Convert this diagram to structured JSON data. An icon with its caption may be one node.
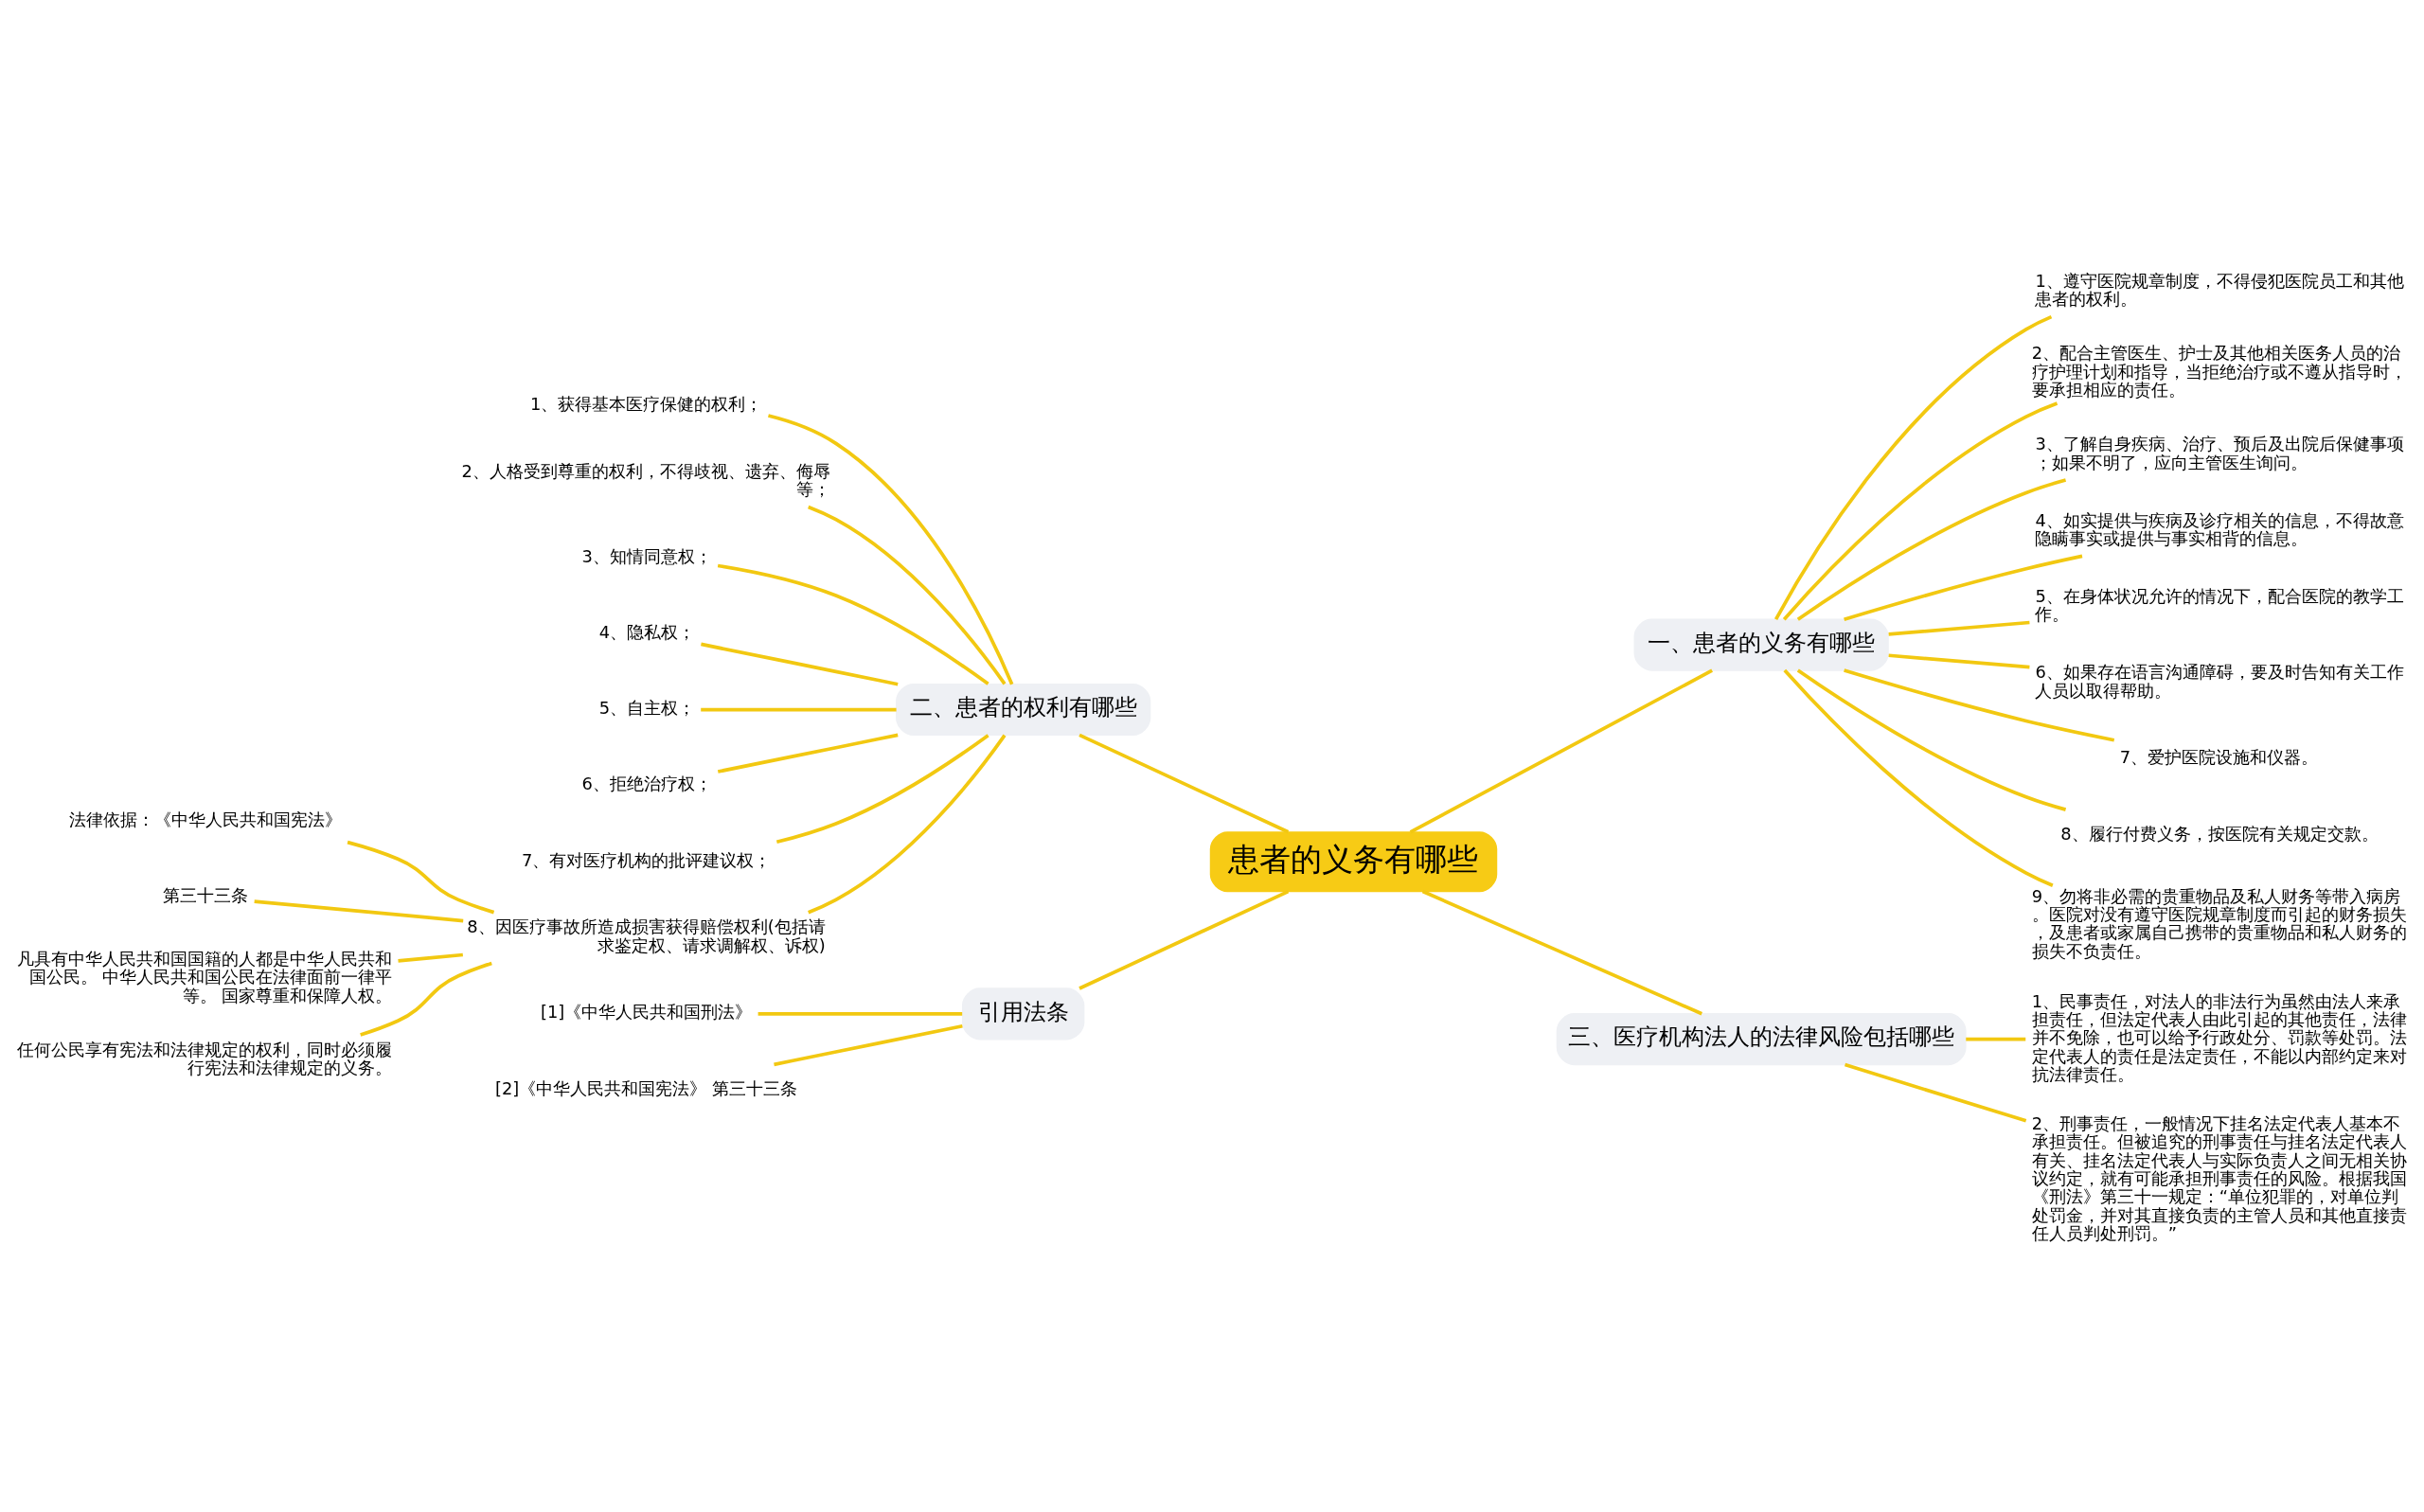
{
  "diagram": {
    "nodes": [
      {
        "text": [
          "患者的义务有哪些"
        ]
      },
      {
        "text": [
          "一、患者的义务有哪些"
        ]
      },
      {
        "text": [
          "1、遵守医院规章制度，不得侵犯医院员工和其他患者的权利。"
        ]
      },
      {
        "text": [
          "2、配合主管医生、护士及其他相关医务人员的治疗护理计划和指导，当拒绝治疗或不遵从指导时，要承担相应的责任。"
        ]
      },
      {
        "text": [
          "3、了解自身疾病、治疗、预后及出院后保健事项；如果不明了，应向主管医生询问。"
        ]
      },
      {
        "text": [
          "4、如实提供与疾病及诊疗相关的信息，不得故意隐瞒事实或提供与事实相背的信息。"
        ]
      },
      {
        "text": [
          "5、在身体状况允许的情况下，配合医院的教学工作。"
        ]
      },
      {
        "text": [
          "6、如果存在语言沟通障碍，要及时告知有关工作人员以取得帮助。"
        ]
      },
      {
        "text": [
          "7、爱护医院设施和仪器。"
        ]
      },
      {
        "text": [
          "8、履行付费义务，按医院有关规定交款。"
        ]
      },
      {
        "text": [
          "9、勿将非必需的贵重物品及私人财务等带入病房。医院对没有遵守医院规章制度而引起的财务损失，及患者或家属自己携带的贵重物品和私人财务的损失不负责任。"
        ]
      },
      {
        "text": [
          "三、医疗机构法人的法律风险包括哪些"
        ]
      },
      {
        "text": [
          "1、民事责任，对法人的非法行为虽然由法人来承担责任，但法定代表人由此引起的其他责任，法律并不免除，也可以给予行政处分、罚款等处罚。法定代表人的责任是法定责任，不能以内部约定来对抗法律责任。"
        ]
      },
      {
        "text": [
          "2、刑事责任，一般情况下挂名法定代表人基本不承担责任。但被追究的刑事责任与挂名法定代表人有关、挂名法定代表人与实际负责人之间无相关协议约定，就有可能承担刑事责任的风险。根据我国《刑法》第三十一规定：“单位犯罪的，对单位判处罚金，并对其直接负责的主管人员和其他直接责任人员判处刑罚。”"
        ]
      },
      {
        "text": [
          "二、患者的权利有哪些"
        ]
      },
      {
        "text": [
          "1、获得基本医疗保健的权利；"
        ]
      },
      {
        "text": [
          "2、人格受到尊重的权利，不得歧视、遗弃、侮辱等；"
        ]
      },
      {
        "text": [
          "3、知情同意权；"
        ]
      },
      {
        "text": [
          "4、隐私权；"
        ]
      },
      {
        "text": [
          "5、自主权；"
        ]
      },
      {
        "text": [
          "6、拒绝治疗权；"
        ]
      },
      {
        "text": [
          "7、有对医疗机构的批评建议权；"
        ]
      },
      {
        "text": [
          "8、因医疗事故所造成损害获得赔偿权利(包括请求鉴定权、请求调解权、诉权)"
        ]
      },
      {
        "text": [
          "法律依据：《中华人民共和国宪法》"
        ]
      },
      {
        "text": [
          "第三十三条"
        ]
      },
      {
        "text": [
          "凡具有中华人民共和国国籍的人都是中华人民共和国公民。 中华人民共和国公民在法律面前一律平等。 国家尊重和保障人权。"
        ]
      },
      {
        "text": [
          "任何公民享有宪法和法律规定的权利，同时必须履行宪法和法律规定的义务。"
        ]
      },
      {
        "text": [
          "引用法条"
        ]
      },
      {
        "text": [
          "[1]《中华人民共和国刑法》"
        ]
      },
      {
        "text": [
          "[2]《中华人民共和国宪法》 第三十三条"
        ]
      }
    ],
    "edges": [
      {
        "from": 0,
        "to": 1,
        "arrow": "none"
      },
      {
        "from": 1,
        "to": 2,
        "arrow": "none"
      },
      {
        "from": 1,
        "to": 3,
        "arrow": "none"
      },
      {
        "from": 1,
        "to": 4,
        "arrow": "none"
      },
      {
        "from": 1,
        "to": 5,
        "arrow": "none"
      },
      {
        "from": 1,
        "to": 6,
        "arrow": "none"
      },
      {
        "from": 1,
        "to": 7,
        "arrow": "none"
      },
      {
        "from": 1,
        "to": 8,
        "arrow": "none"
      },
      {
        "from": 1,
        "to": 9,
        "arrow": "none"
      },
      {
        "from": 1,
        "to": 10,
        "arrow": "none"
      },
      {
        "from": 0,
        "to": 11,
        "arrow": "none"
      },
      {
        "from": 11,
        "to": 12,
        "arrow": "none"
      },
      {
        "from": 11,
        "to": 13,
        "arrow": "none"
      },
      {
        "from": 0,
        "to": 14,
        "arrow": "none"
      },
      {
        "from": 14,
        "to": 15,
        "arrow": "none"
      },
      {
        "from": 14,
        "to": 16,
        "arrow": "none"
      },
      {
        "from": 14,
        "to": 17,
        "arrow": "none"
      },
      {
        "from": 14,
        "to": 18,
        "arrow": "none"
      },
      {
        "from": 14,
        "to": 19,
        "arrow": "none"
      },
      {
        "from": 14,
        "to": 20,
        "arrow": "none"
      },
      {
        "from": 14,
        "to": 21,
        "arrow": "none"
      },
      {
        "from": 14,
        "to": 22,
        "arrow": "none"
      },
      {
        "from": 22,
        "to": 23,
        "arrow": "none"
      },
      {
        "from": 22,
        "to": 24,
        "arrow": "none"
      },
      {
        "from": 22,
        "to": 25,
        "arrow": "none"
      },
      {
        "from": 22,
        "to": 26,
        "arrow": "none"
      },
      {
        "from": 0,
        "to": 27,
        "arrow": "none"
      },
      {
        "from": 27,
        "to": 28,
        "arrow": "none"
      },
      {
        "from": 27,
        "to": 29,
        "arrow": "none"
      }
    ]
  }
}
